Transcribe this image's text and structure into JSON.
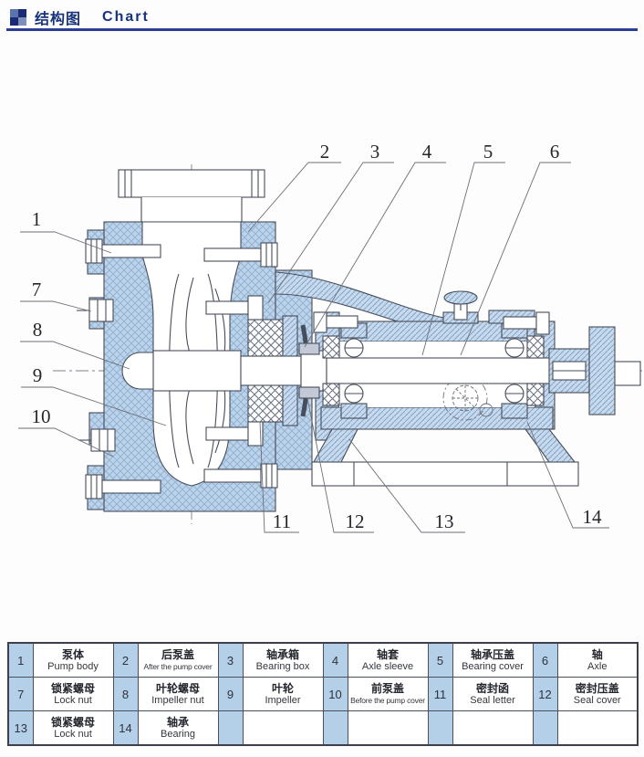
{
  "header": {
    "title_zh": "结构图",
    "title_en": "Chart",
    "icon": "grid-logo-icon",
    "title_color": "#17337e",
    "rule_color": "#2b3d94"
  },
  "diagram": {
    "description": "Centrifugal pump cross-section structural drawing",
    "callouts": [
      "1",
      "2",
      "3",
      "4",
      "5",
      "6",
      "7",
      "8",
      "9",
      "10",
      "11",
      "12",
      "13",
      "14"
    ],
    "colors": {
      "crosshatch_fill": "#bdd3e9",
      "crosshatch_line": "#93b3d4",
      "diagonal_fill": "#c7daed",
      "outline": "#474d59",
      "leader": "#6a6f78"
    }
  },
  "table": {
    "rows": [
      {
        "cells": [
          {
            "no": "1",
            "zh": "泵体",
            "en": "Pump body"
          },
          {
            "no": "2",
            "zh": "后泵盖",
            "en": "After the pump cover"
          },
          {
            "no": "3",
            "zh": "轴承箱",
            "en": "Bearing box"
          },
          {
            "no": "4",
            "zh": "轴套",
            "en": "Axle sleeve"
          },
          {
            "no": "5",
            "zh": "轴承压盖",
            "en": "Bearing cover"
          },
          {
            "no": "6",
            "zh": "轴",
            "en": "Axle"
          }
        ]
      },
      {
        "cells": [
          {
            "no": "7",
            "zh": "锁紧螺母",
            "en": "Lock nut"
          },
          {
            "no": "8",
            "zh": "叶轮螺母",
            "en": "Impeller nut"
          },
          {
            "no": "9",
            "zh": "叶轮",
            "en": "Impeller"
          },
          {
            "no": "10",
            "zh": "前泵盖",
            "en": "Before the pump cover"
          },
          {
            "no": "11",
            "zh": "密封函",
            "en": "Seal letter"
          },
          {
            "no": "12",
            "zh": "密封压盖",
            "en": "Seal cover"
          }
        ]
      },
      {
        "cells": [
          {
            "no": "13",
            "zh": "锁紧螺母",
            "en": "Lock nut"
          },
          {
            "no": "14",
            "zh": "轴承",
            "en": "Bearing"
          },
          {
            "no": "",
            "zh": "",
            "en": ""
          },
          {
            "no": "",
            "zh": "",
            "en": ""
          },
          {
            "no": "",
            "zh": "",
            "en": ""
          },
          {
            "no": "",
            "zh": "",
            "en": ""
          }
        ]
      }
    ]
  }
}
